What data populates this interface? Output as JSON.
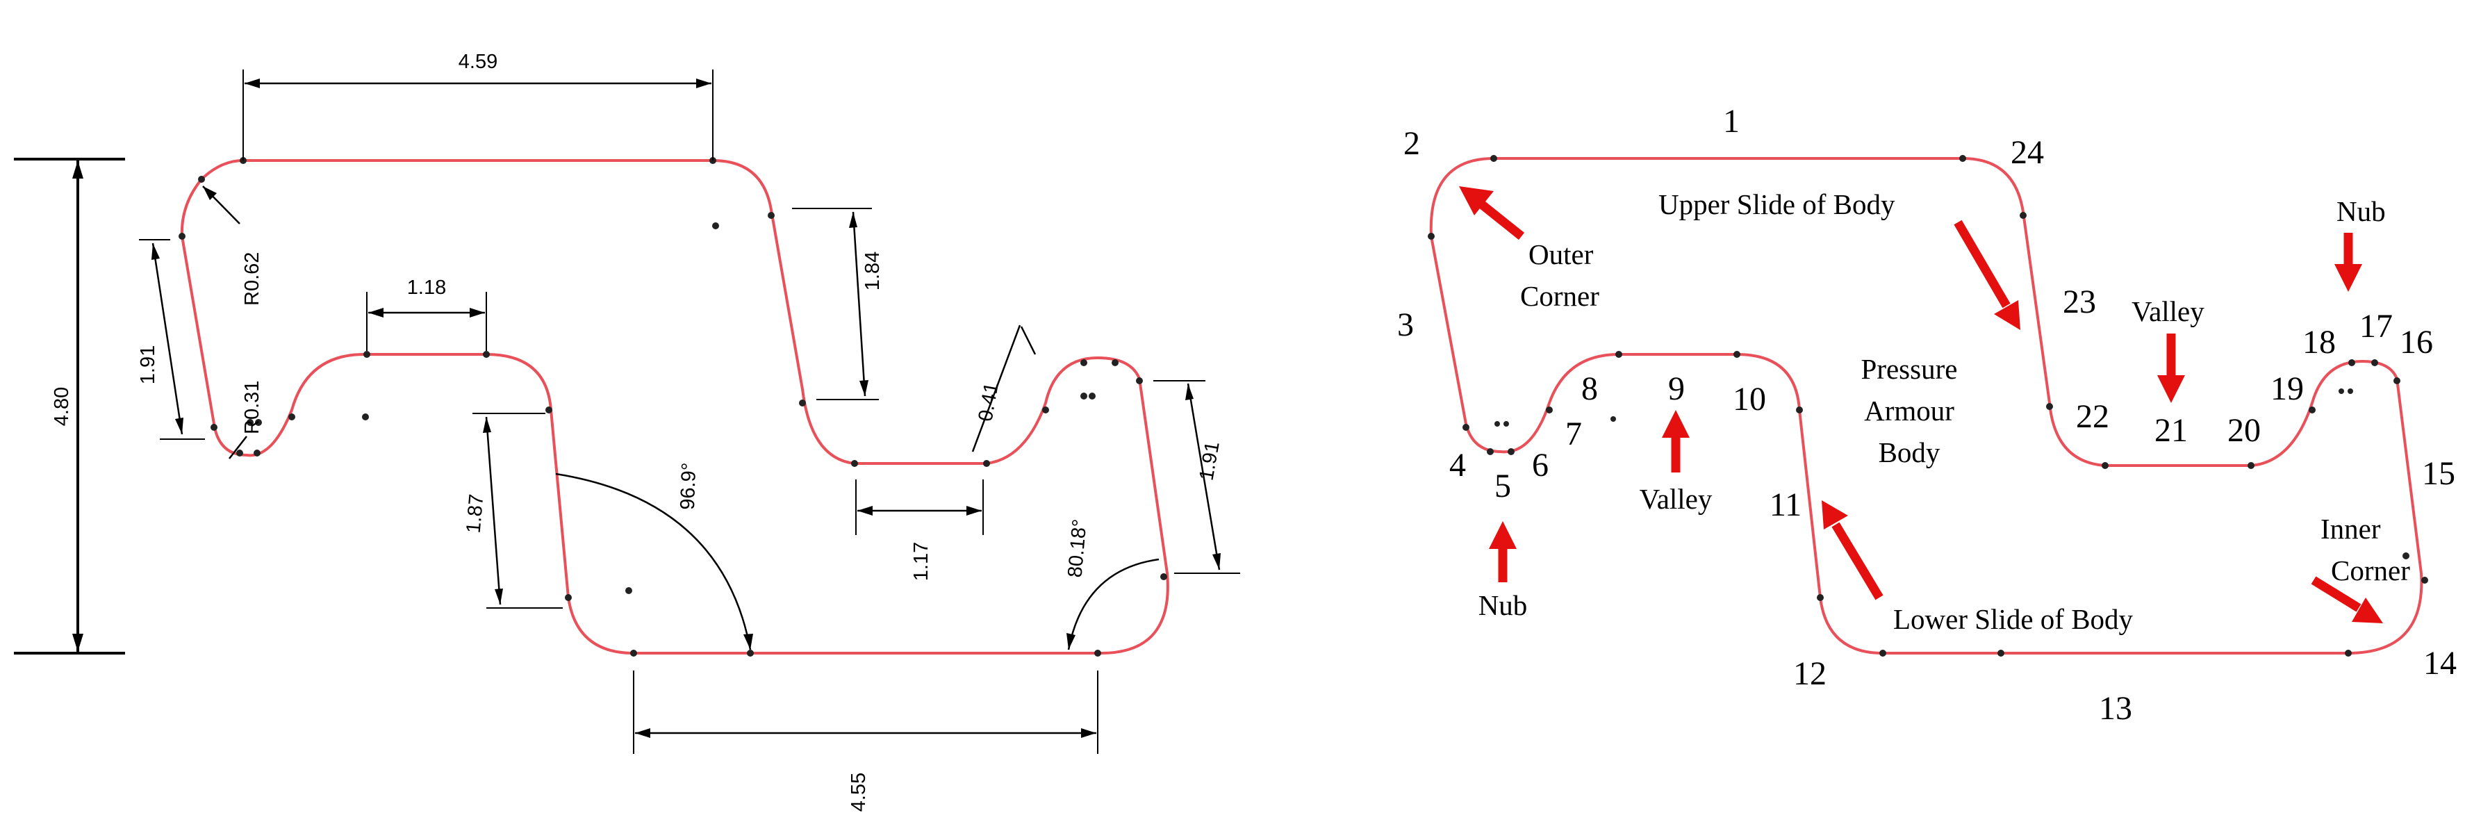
{
  "dimensions": {
    "top_width": "4.59",
    "height": "4.80",
    "outer_radius": "R0.62",
    "inner_radius": "R0.31",
    "left_side": "1.91",
    "valley_width": "1.18",
    "upper_slide": "1.84",
    "nub_height": "0.41",
    "right_side": "1.91",
    "lower_slide": "1.87",
    "angle_lower": "96.9°",
    "right_valley_width": "1.17",
    "angle_right": "80.18°",
    "bottom_width": "4.55"
  },
  "labels": {
    "outer_corner_1": "Outer",
    "outer_corner_2": "Corner",
    "upper_slide": "Upper Slide of Body",
    "nub_right": "Nub",
    "valley_right": "Valley",
    "pressure_1": "Pressure",
    "pressure_2": "Armour",
    "pressure_3": "Body",
    "valley_left": "Valley",
    "nub_left": "Nub",
    "inner_corner_1": "Inner",
    "inner_corner_2": "Corner",
    "lower_slide": "Lower Slide of Body"
  },
  "node_numbers": [
    "1",
    "2",
    "3",
    "4",
    "5",
    "6",
    "7",
    "8",
    "9",
    "10",
    "11",
    "12",
    "13",
    "14",
    "15",
    "16",
    "17",
    "18",
    "19",
    "20",
    "21",
    "22",
    "23",
    "24"
  ],
  "colors": {
    "profile": "#e8505a",
    "arrow": "#e41010"
  }
}
